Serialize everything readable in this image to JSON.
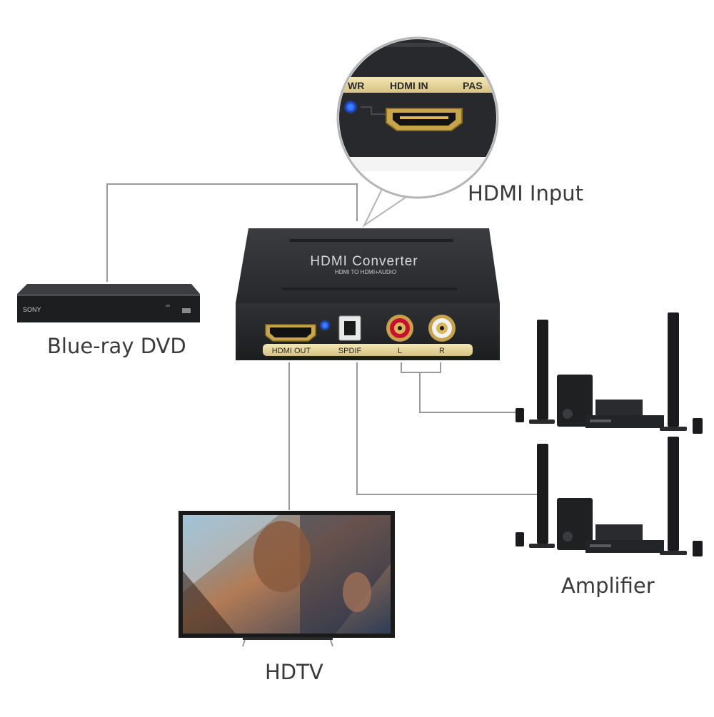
{
  "diagram": {
    "labels": {
      "hdmi_input": "HDMI Input",
      "bluray": "Blue-ray DVD",
      "amplifier": "Amplifier",
      "hdtv": "HDTV"
    },
    "converter": {
      "title": "HDMI Converter",
      "subtitle": "HDMI TO HDMI+AUDIO",
      "ports": {
        "hdmi_out": "HDMI OUT",
        "spdif": "SPDIF",
        "left": "L",
        "right": "R"
      }
    },
    "zoom_callout": {
      "pwr": "WR",
      "hdmi_in": "HDMI IN",
      "pass": "PAS"
    },
    "bluray_brand": "SONY",
    "colors": {
      "device_body": "#2b2d30",
      "gold_strip": "#e3d39a",
      "power_led": "#1e5bff",
      "rca_red": "#c8102e",
      "rca_white": "#f2f2f2",
      "cable": "#9a9a9a"
    }
  }
}
